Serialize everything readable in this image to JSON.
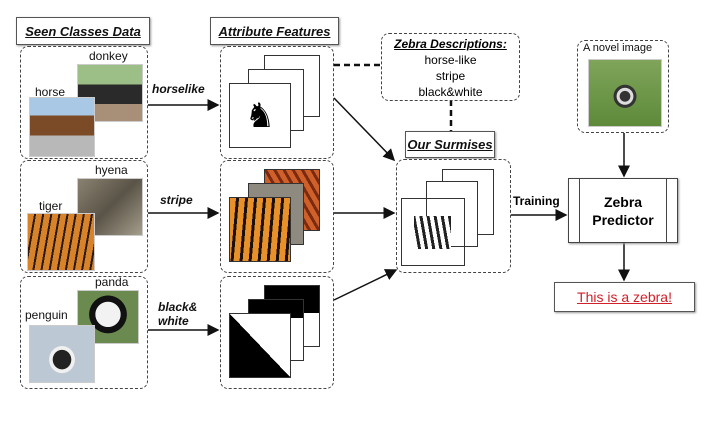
{
  "seen_classes": {
    "title": "Seen Classes Data",
    "groups": [
      {
        "top_label": "donkey",
        "bottom_label": "horse"
      },
      {
        "top_label": "hyena",
        "bottom_label": "tiger"
      },
      {
        "top_label": "panda",
        "bottom_label": "penguin"
      }
    ]
  },
  "attributes": {
    "title": "Attribute Features",
    "labels": [
      "horselike",
      "stripe",
      "black&",
      "white"
    ]
  },
  "descriptions": {
    "title": "Zebra Descriptions:",
    "items": [
      "horse-like",
      "stripe",
      "black&white"
    ]
  },
  "surmises": {
    "title": "Our Surmises"
  },
  "training_label": "Training",
  "novel_image": {
    "label": "A novel image"
  },
  "predictor": {
    "line1": "Zebra",
    "line2": "Predictor"
  },
  "result": {
    "text": "This is a zebra!",
    "color": "#d0202a"
  }
}
